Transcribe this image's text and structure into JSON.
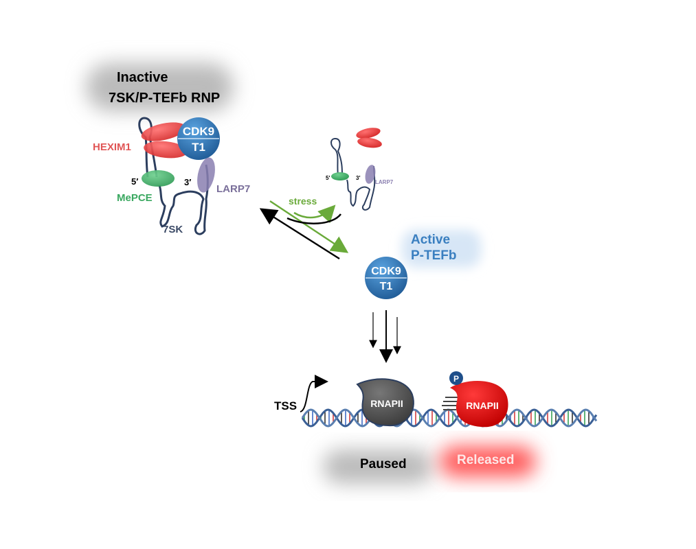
{
  "inactive_complex": {
    "title_line1": "Inactive",
    "title_line2": "7SK/P-TEFb RNP",
    "cdk9": "CDK9",
    "t1": "T1",
    "hexim1": "HEXIM1",
    "five_prime": "5′",
    "three_prime": "3′",
    "mepce": "MePCE",
    "larp7": "LARP7",
    "rna": "7SK"
  },
  "released_complex": {
    "five_prime": "5′",
    "three_prime": "3′",
    "larp7": "LARP7"
  },
  "stress_label": "stress",
  "active": {
    "line1": "Active",
    "line2": "P-TEFb",
    "cdk9": "CDK9",
    "t1": "T1"
  },
  "gene": {
    "tss": "TSS",
    "paused_pol": "RNAPII",
    "released_pol": "RNAPII",
    "phospho": "P",
    "paused_label": "Paused",
    "released_label": "Released"
  },
  "colors": {
    "hexim": "#e24b4b",
    "mepce": "#3aa860",
    "larp7": "#8a7fb0",
    "cdk9": "#2f6fae",
    "rna": "#2c3e5e",
    "stress": "#6aaa3a",
    "released": "#e01010"
  }
}
